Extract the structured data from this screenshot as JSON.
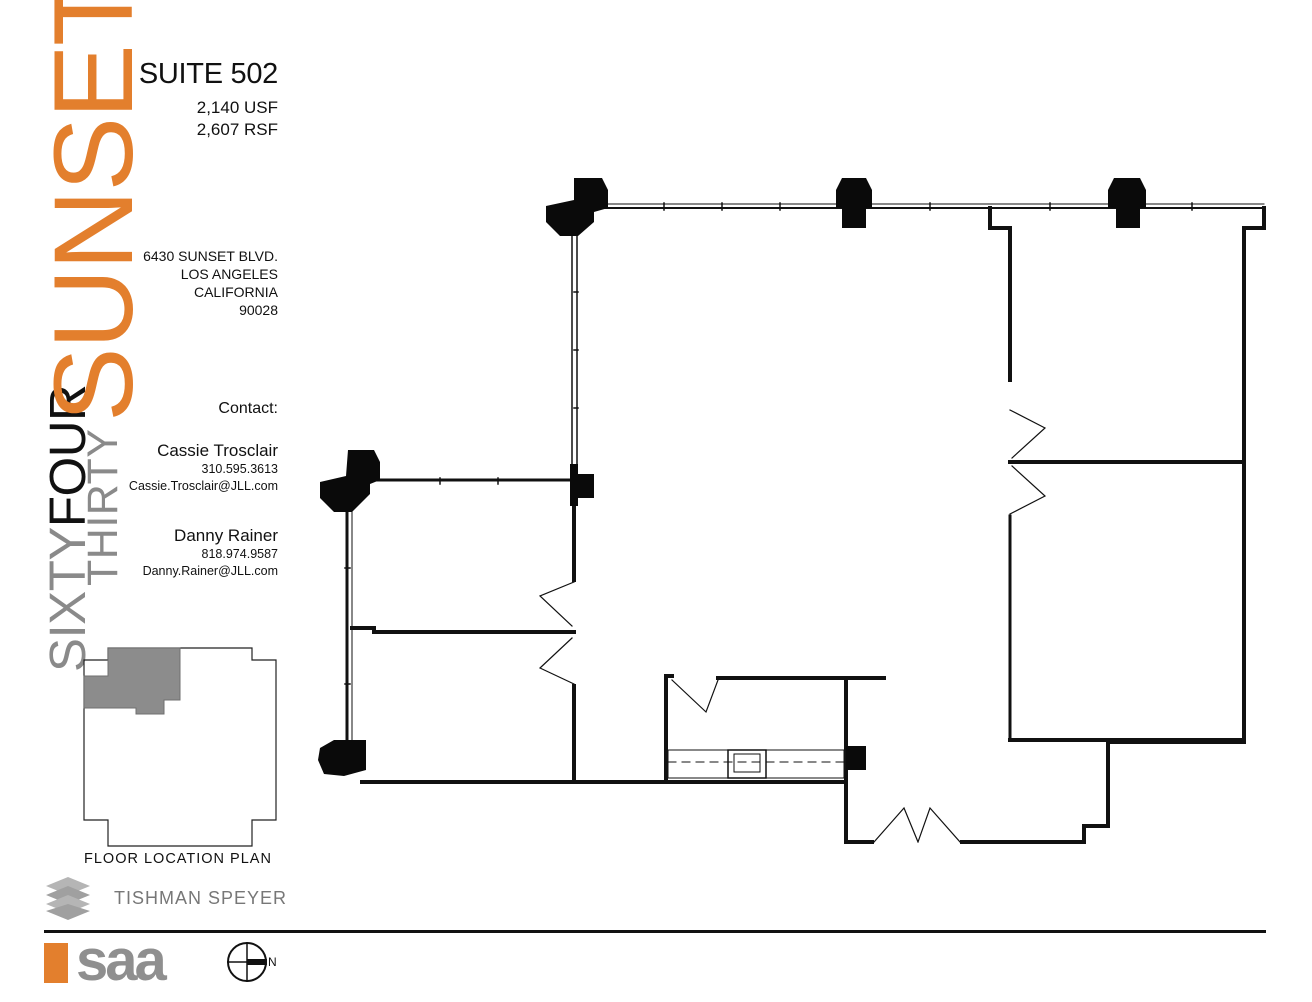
{
  "brand": {
    "line1_gray": "SIXTY",
    "line1_black": "FOUR",
    "line2": "THIRTY",
    "word": "SUNSET",
    "colors": {
      "orange": "#e37f2d",
      "gray": "#8a8a8a",
      "black": "#111111"
    }
  },
  "suite": {
    "title": "SUITE 502",
    "usf": "2,140 USF",
    "rsf": "2,607 RSF"
  },
  "address": {
    "street": "6430 SUNSET BLVD.",
    "city": "LOS ANGELES",
    "state": "CALIFORNIA",
    "zip": "90028"
  },
  "contact": {
    "label": "Contact:",
    "people": [
      {
        "name": "Cassie Trosclair",
        "phone": "310.595.3613",
        "email": "Cassie.Troscl​air@JLL.com"
      },
      {
        "name": "Danny Rainer",
        "phone": "818.974.9587",
        "email": "Danny.Rainer@JLL.com"
      }
    ]
  },
  "floor_location": {
    "caption": "FLOOR LOCATION PLAN"
  },
  "owner": {
    "name": "TISHMAN SPEYER",
    "icon": "building-stack-icon"
  },
  "architect": {
    "logo": "saa"
  },
  "north": {
    "label": "N",
    "icon": "north-arrow-icon"
  }
}
